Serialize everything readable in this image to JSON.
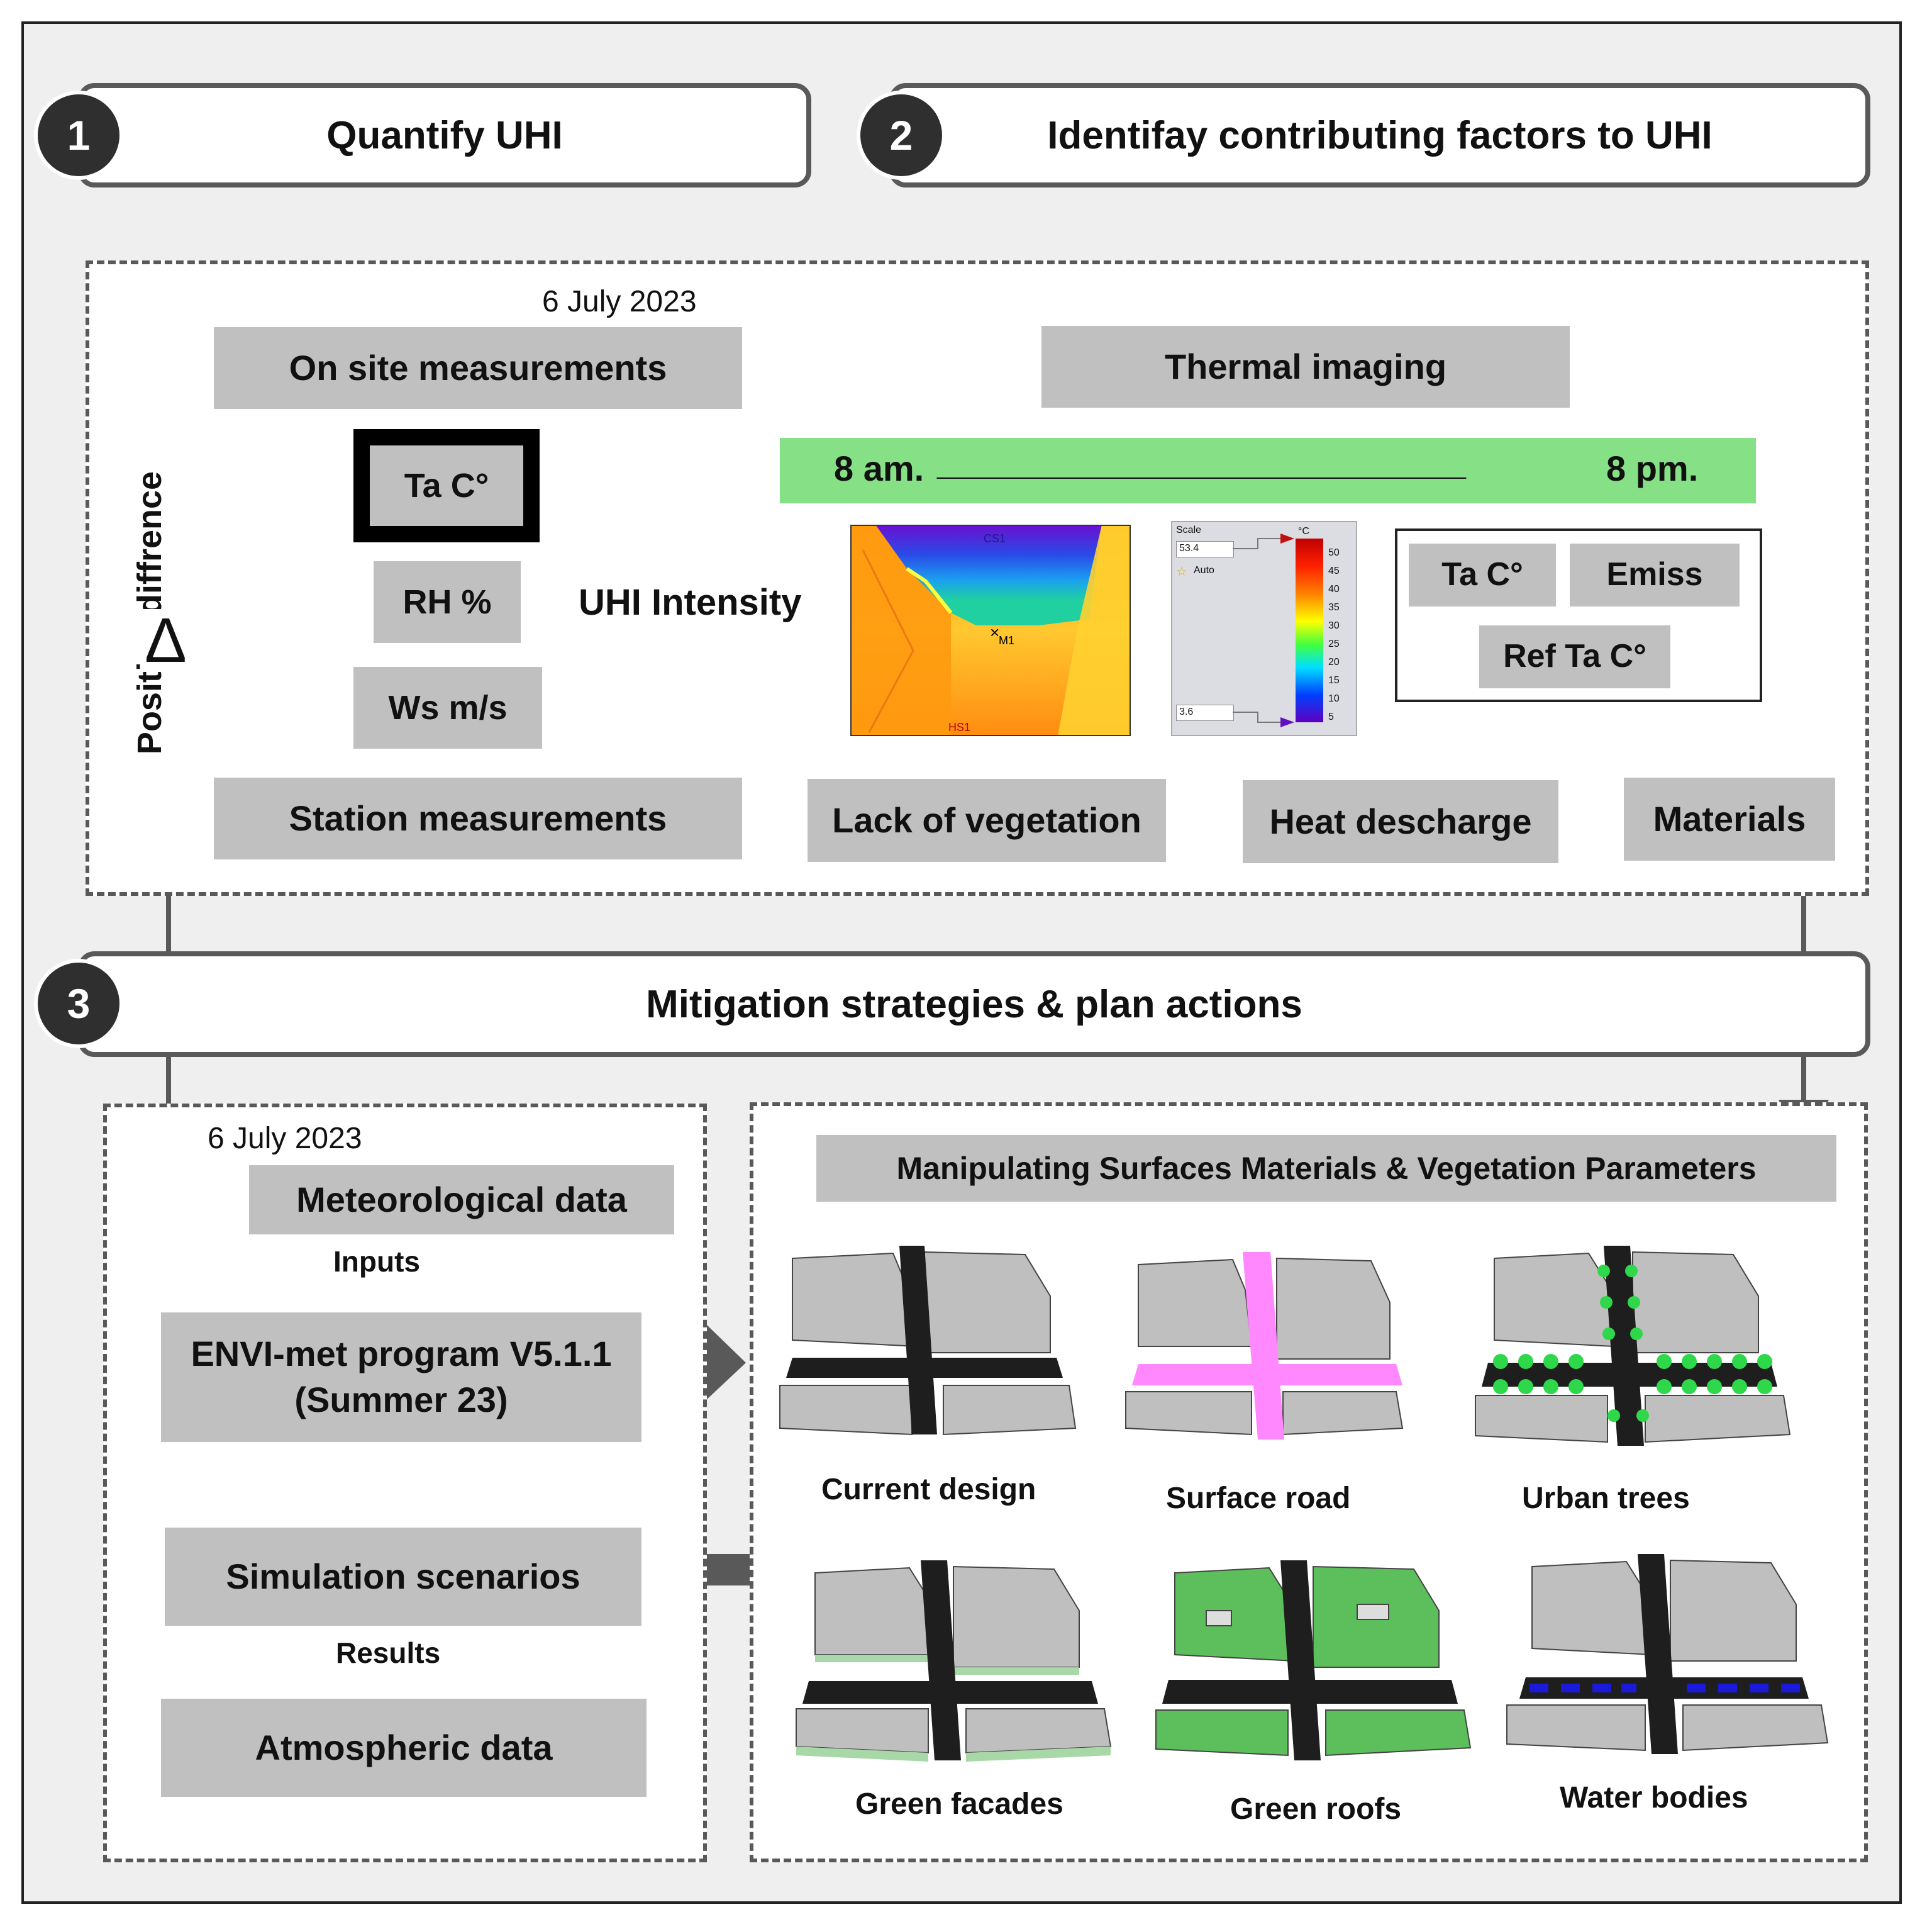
{
  "steps": [
    {
      "number": "1",
      "title": "Quantify UHI"
    },
    {
      "number": "2",
      "title": "Identifay contributing factors to UHI"
    },
    {
      "number": "3",
      "title": "Mitigation strategies & plan actions"
    }
  ],
  "section1": {
    "date": "6 July 2023",
    "on_site": "On site measurements",
    "station": "Station measurements",
    "params": [
      "Ta C°",
      "RH %",
      "Ws m/s"
    ],
    "uhi_intensity": "UHI Intensity",
    "positive_difference": "Positive diffrence",
    "delta": "Δ",
    "thermal_imaging": "Thermal imaging",
    "time_start": "8 am.",
    "time_line": "___________________________",
    "time_end": "8 pm.",
    "thermal_params": [
      "Ta C°",
      "Emiss",
      "Ref Ta C°"
    ],
    "thermal_image_labels": {
      "cs": "CS1",
      "marker": "M1",
      "hs": "HS1"
    },
    "scale_panel": {
      "title": "Scale",
      "unit": "°C",
      "max_value": "53.4",
      "min_value": "3.6",
      "auto": "Auto",
      "ticks": [
        "50",
        "45",
        "40",
        "35",
        "30",
        "25",
        "20",
        "15",
        "10",
        "5"
      ]
    },
    "factors": [
      "Lack of vegetation",
      "Heat descharge",
      "Materials"
    ]
  },
  "section3": {
    "date": "6 July 2023",
    "meteorological": "Meteorological data",
    "inputs": "Inputs",
    "program_line1": "ENVI-met program V5.1.1",
    "program_line2": "(Summer 23)",
    "scenarios": "Simulation scenarios",
    "results": "Results",
    "atmospheric": "Atmospheric data",
    "manipulating": "Manipulating Surfaces Materials & Vegetation Parameters",
    "scenario_labels": [
      "Current design",
      "Surface road",
      "Urban trees",
      "Green facades",
      "Green roofs",
      "Water bodies"
    ]
  },
  "colors": {
    "frame_bg": "#efefef",
    "box_grey": "#c0c0c0",
    "connector": "#595959",
    "time_bar": "#86e085",
    "road": "#1e1e1e",
    "pink_road": "#ff88ff",
    "green": "#5cbf5c",
    "light_green": "#a8d8a8",
    "water": "#1a1ad8"
  }
}
